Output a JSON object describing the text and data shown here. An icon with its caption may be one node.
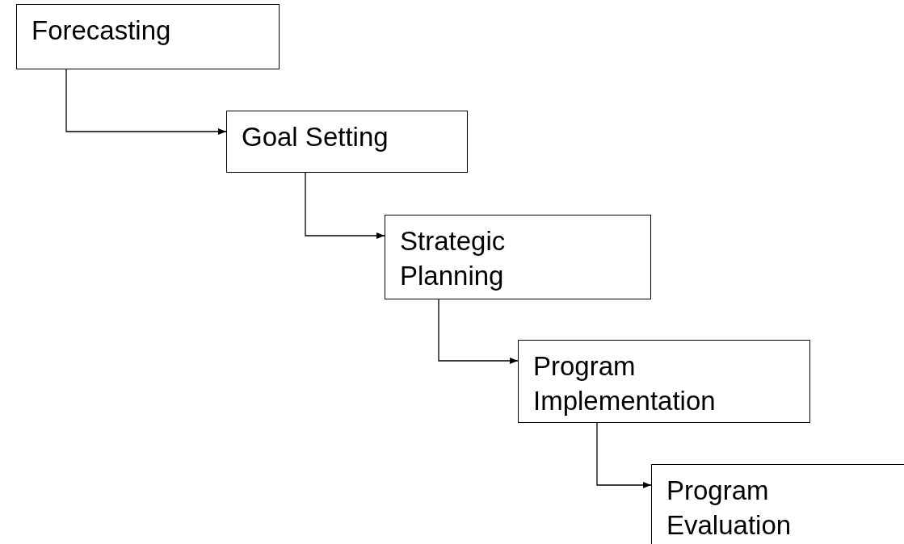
{
  "diagram": {
    "nodes": [
      {
        "text": [
          "Forecasting"
        ]
      },
      {
        "text": [
          "Goal Setting"
        ]
      },
      {
        "text": [
          "Strategic Planning"
        ]
      },
      {
        "text": [
          "Program Implementation"
        ]
      },
      {
        "text": [
          "Program Evaluation"
        ]
      }
    ],
    "edges": [
      {
        "from": 0,
        "to": 1,
        "arrow": "to"
      },
      {
        "from": 1,
        "to": 2,
        "arrow": "to"
      },
      {
        "from": 2,
        "to": 3,
        "arrow": "to"
      },
      {
        "from": 3,
        "to": 4,
        "arrow": "to"
      }
    ]
  }
}
